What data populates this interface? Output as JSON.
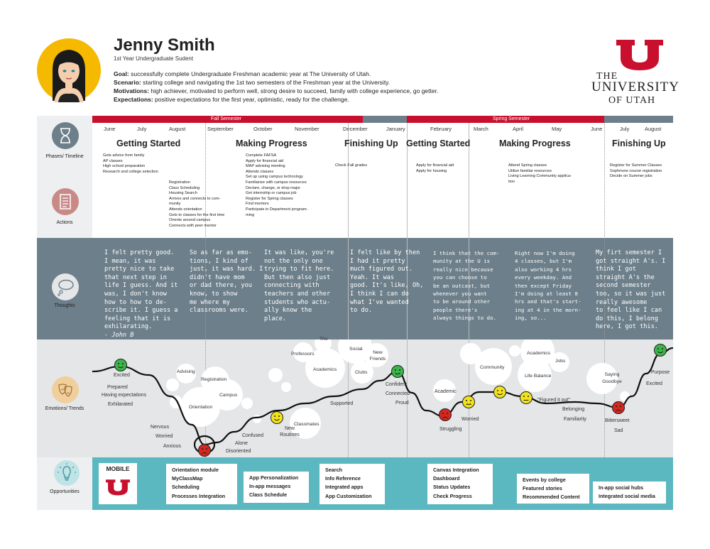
{
  "persona": {
    "name": "Jenny Smith",
    "role": "1st Year Undergraduate Sudent",
    "goal_label": "Goal:",
    "goal": " successfully complete Undergraduate Freshman academic year at The University of Utah.",
    "scenario_label": "Scenario:",
    "scenario": " starting college and navigating the 1st two semesters of the Freshman year at the University.",
    "motivations_label": "Motivations:",
    "motivations": " high achiever, motivated to perform well, strong desire to succeed, family with college experience, go getter.",
    "expectations_label": "Expectations:",
    "expectations": " positive expectations for the first year, optimistic, ready for the challenge."
  },
  "logo": {
    "the": "THE",
    "university": "UNIVERSITY",
    "of_utah": "OF UTAH",
    "letter": "U"
  },
  "colors": {
    "red": "#c8102e",
    "slate": "#6d7f8a",
    "teal": "#5bb8c0",
    "light": "#e4e6e8",
    "lightband": "#eeeff0"
  },
  "rows": {
    "phases": "Phases/ Timeline",
    "actions": "Actions",
    "thoughts": "Thoughts",
    "emotions": "Emotions/ Trends",
    "opportunities": "Opportunities"
  },
  "semesters": {
    "fall": "Fall Semester",
    "spring": "Spring Semester"
  },
  "months": [
    "June",
    "July",
    "August",
    "September",
    "October",
    "November",
    "December",
    "January",
    "February",
    "March",
    "April",
    "May",
    "June",
    "July",
    "August"
  ],
  "phases": [
    "Getting Started",
    "Making Progress",
    "Finishing Up",
    "Getting Started",
    "Making Progress",
    "Finishing Up"
  ],
  "actions": [
    [
      "Gets advice from family",
      "AP classes",
      "High school preparation",
      "Research and college selection"
    ],
    [
      "Registration",
      "Class Scheduling",
      "Housing Search",
      "Arrives and connects to com-",
      "munity",
      "Attends orientation",
      "Gets to classes for the first time",
      "Orients around campus",
      "Connects with peer mentor"
    ],
    [
      "Complete FAFSA",
      "Apply for financial aid",
      "MAP advising meeting",
      "Attends classes",
      "Set up using campus technology",
      "Familiarize with campus resources",
      "Declare, change, or drop major",
      "Get internship or campus job",
      "Register for Spring classes",
      "Find mentors",
      "Participate in Department program-",
      "ming"
    ],
    [
      "Check Fall grades"
    ],
    [
      "Apply for financial aid",
      "Apply for housing"
    ],
    [
      "Attend Spring classes",
      "Utilize familiar resources",
      "Living Learning Community applica-",
      "tion"
    ],
    [
      "Register for Summer Classes",
      "Sophmore course registration",
      "Decide on Summer jobs"
    ]
  ],
  "thoughts": [
    [
      "I felt pretty good.",
      "I mean, it was",
      "pretty nice to take",
      "that next step in",
      "life I guess. And it",
      "was, I don't know",
      "how to how to de-",
      "scribe it. I guess a",
      "feeling that it is",
      "exhilarating.",
      "- John B"
    ],
    [
      "So as far as emo-",
      "tions, I kind of",
      "just, it was hard. I",
      "didn't have mom",
      "or dad there, you",
      "know, to show",
      "me where my",
      "classrooms were."
    ],
    [
      "It was like, you're",
      "not the only one",
      "trying to fit here.",
      "But then also just",
      "connecting with",
      "teachers and other",
      "students who actu-",
      "ally know the",
      "place."
    ],
    [
      "I felt like by then",
      "I had it pretty",
      "much figured out.",
      "Yeah. It was",
      "good. It's like, Oh,",
      "I think I can do",
      "what I've wanted",
      "to do."
    ],
    [
      "I think that the com-",
      "munity at the U is",
      "really nice because",
      "you can choose to",
      "be an outcast, but",
      "whenever you want",
      "to be around other",
      "people there's",
      "always things to do."
    ],
    [
      "Right now I'm doing",
      "4 classes, but I'm",
      "also working 4 hrs",
      "every weekday. And",
      "then except Friday",
      "I'm doing at least 8",
      "hrs and that's start-",
      "ing at 4 in the morn-",
      "ing, so..."
    ],
    [
      "My firt semester I",
      "got straight A's. I",
      "think I got",
      "straight A's the",
      "second semester",
      "too, so it was just",
      "really awesome",
      "to feel like I can",
      "do this, I belong",
      "here, I got this."
    ]
  ],
  "emotion_labels": [
    "Excited",
    "Prepared",
    "Having expectations",
    "Exhilarated",
    "Nervous",
    "Worried",
    "Anxious",
    "Confused",
    "Alone",
    "Disoriented",
    "New Routines",
    "Supported",
    "Confident",
    "Connected",
    "Proud",
    "Academic",
    "Struggling",
    "Worried",
    "\"Figured it out\"",
    "Belonging",
    "Familiarity",
    "Bittersweet",
    "Sad",
    "Purpose",
    "Excited"
  ],
  "bubble_labels": [
    "Advising",
    "Registration",
    "Campus",
    "Orientation",
    "Classmates",
    "Professors",
    "TAs",
    "Social",
    "New Friends",
    "Academics",
    "Clubs",
    "Community",
    "Academics",
    "Jobs",
    "Life Balance",
    "Saying Goodbye"
  ],
  "opportunities": {
    "mobile_label": "MOBILE",
    "boxes": [
      [
        "Orientation module",
        "MyClassMap",
        "Scheduling",
        "Processes Integration"
      ],
      [
        "App Personalization",
        "In-app messages",
        "Class Schedule"
      ],
      [
        "Search",
        "Info Reference",
        "Integrated apps",
        "App Customization"
      ],
      [
        "Canvas Integration",
        "Dashboard",
        "Status Updates",
        "Check Progress"
      ],
      [
        "Events by college",
        "Featured stories",
        "Recommended Content"
      ],
      [
        "In-app social hubs",
        "Integrated social media"
      ]
    ]
  },
  "chart_data": {
    "type": "line",
    "title": "",
    "x": [
      "June",
      "July",
      "August",
      "September",
      "October",
      "November",
      "December",
      "January",
      "February",
      "March",
      "April",
      "May",
      "June",
      "July",
      "August"
    ],
    "series": [
      {
        "values": [
          0.9,
          0.85,
          0.55,
          0.05,
          0.25,
          0.45,
          0.55,
          0.7,
          0.2,
          0.45,
          0.35,
          0.3,
          0.2,
          0.8,
          0.95
        ]
      }
    ],
    "ylim": [
      0,
      1
    ],
    "grid": false
  }
}
